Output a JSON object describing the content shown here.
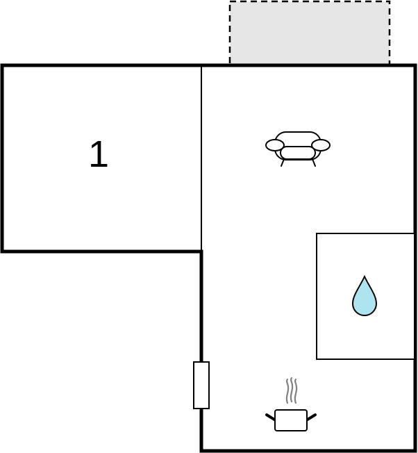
{
  "plan": {
    "rooms": [
      {
        "id": "bedroom",
        "label": "1"
      },
      {
        "id": "living-room",
        "icons": [
          "sofa-icon",
          "cooking-pot-icon"
        ]
      },
      {
        "id": "bathroom",
        "icons": [
          "water-drop-icon"
        ]
      }
    ],
    "features": [
      "terrace",
      "entrance-door"
    ]
  },
  "colors": {
    "wall": "#000000",
    "terrace_fill": "#e6e6e6",
    "water_drop": "#aee4ef",
    "background": "#ffffff"
  }
}
